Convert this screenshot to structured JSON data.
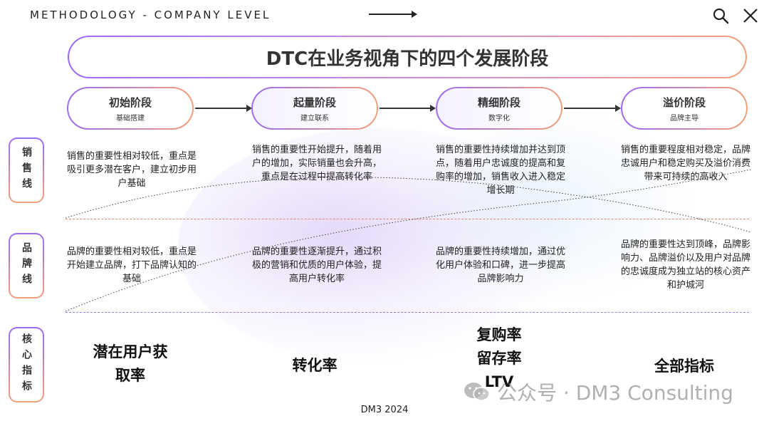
{
  "header": {
    "title": "METHODOLOGY - COMPANY LEVEL"
  },
  "title": "DTC在业务视角下的四个发展阶段",
  "stages": [
    {
      "name": "初始阶段",
      "sub": "基础搭建"
    },
    {
      "name": "起量阶段",
      "sub": "建立联系"
    },
    {
      "name": "精细阶段",
      "sub": "数字化"
    },
    {
      "name": "溢价阶段",
      "sub": "品牌主导"
    }
  ],
  "rows": [
    {
      "label": "销售线"
    },
    {
      "label": "品牌线"
    },
    {
      "label": "核心指标"
    }
  ],
  "sales": [
    "销售的重要性相对较低，重点是吸引更多潜在客户，建立初步用户基础",
    "销售的重要性开始提升，随着用户的增加，实际销量也会升高，重点是在过程中提高转化率",
    "销售的重要性持续增加并达到顶点，随着用户忠诚度的提高和复购率的增加，销售收入进入稳定增长期",
    "销售的重要程度相对稳定，品牌忠诚用户和稳定购买及溢价消费带来可持续的高收入"
  ],
  "brand": [
    "品牌的重要性相对较低，重点是开始建立品牌，打下品牌认知的基础",
    "品牌的重要性逐渐提升，通过积极的营销和优质的用户体验，提高用户转化率",
    "品牌的重要性持续增加，通过优化用户体验和口碑，进一步提高品牌影响力",
    "品牌的重要性达到顶峰，品牌影响力、品牌溢价以及用户对品牌的忠诚度成为独立站的核心资产和护城河"
  ],
  "metrics": [
    [
      "潜在用户获",
      "取率"
    ],
    [
      "转化率"
    ],
    [
      "复购率",
      "留存率",
      "LTV"
    ],
    [
      "全部指标"
    ]
  ],
  "watermark": "公众号 · DM3 Consulting",
  "footer": "DM3 2024",
  "colors": {
    "purple": "#9b6cf2",
    "orange": "#f2a07a"
  }
}
